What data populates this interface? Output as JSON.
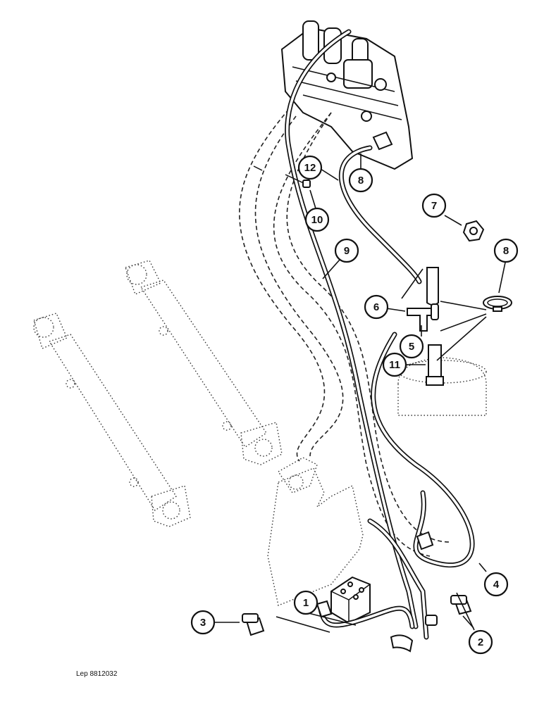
{
  "diagram": {
    "reference_code": "Lep 8812032",
    "callouts": [
      {
        "id": "c1",
        "label": "1"
      },
      {
        "id": "c2",
        "label": "2"
      },
      {
        "id": "c3",
        "label": "3"
      },
      {
        "id": "c4",
        "label": "4"
      },
      {
        "id": "c5",
        "label": "5"
      },
      {
        "id": "c6",
        "label": "6"
      },
      {
        "id": "c7",
        "label": "7"
      },
      {
        "id": "c8a",
        "label": "8"
      },
      {
        "id": "c8b",
        "label": "8"
      },
      {
        "id": "c9",
        "label": "9"
      },
      {
        "id": "c10",
        "label": "10"
      },
      {
        "id": "c11",
        "label": "11"
      },
      {
        "id": "c12",
        "label": "12"
      }
    ]
  }
}
